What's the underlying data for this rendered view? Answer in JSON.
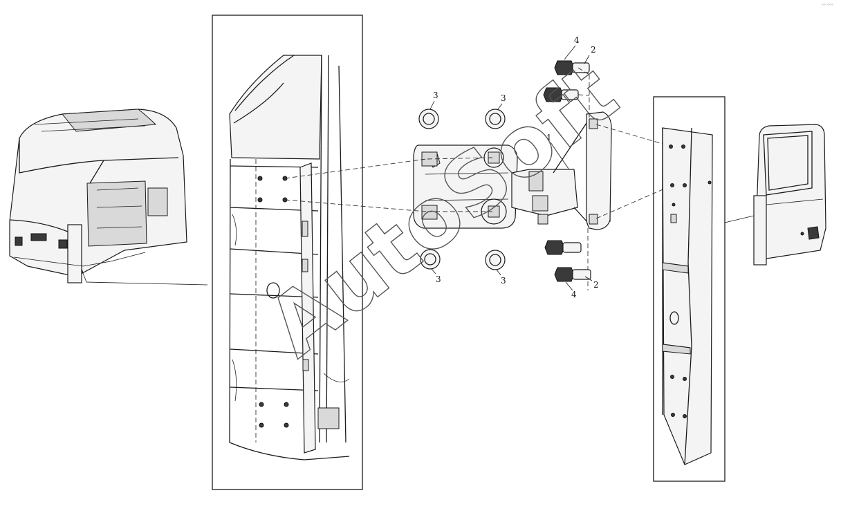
{
  "diagram": {
    "callouts": {
      "label_1": "1",
      "label_2_top": "2",
      "label_2_bottom": "2",
      "label_3_top_left": "3",
      "label_3_top_right": "3",
      "label_3_bottom_left": "3",
      "label_3_bottom_right": "3",
      "label_4_top": "4",
      "label_4_bottom": "4"
    },
    "watermark": "AutoSoft",
    "corner_mark": "°° °°°"
  }
}
